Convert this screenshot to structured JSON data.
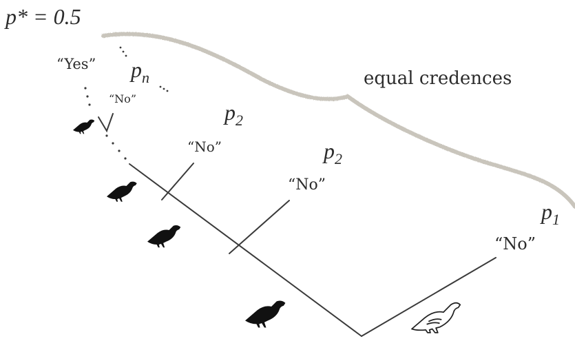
{
  "threshold_label": "p* = 0.5",
  "curve_label": "equal credences",
  "colors": {
    "line": "#3a3a3a",
    "curve": "#c9c5bc",
    "text": "#2c2c2c",
    "black_bird": "#111111",
    "white_bird_outline": "#222222"
  },
  "labels": {
    "yes": "“Yes”",
    "no_top": "“No”",
    "no_1": "“No”",
    "no_2": "“No”",
    "no_3": "“No”",
    "pn": "p",
    "pn_sub": "n",
    "p2_upper": "p",
    "p2_upper_sub": "2",
    "p2_lower": "p",
    "p2_lower_sub": "2",
    "p1": "p",
    "p1_sub": "1"
  },
  "icons": [
    "black-bird-icon",
    "white-bird-icon"
  ]
}
